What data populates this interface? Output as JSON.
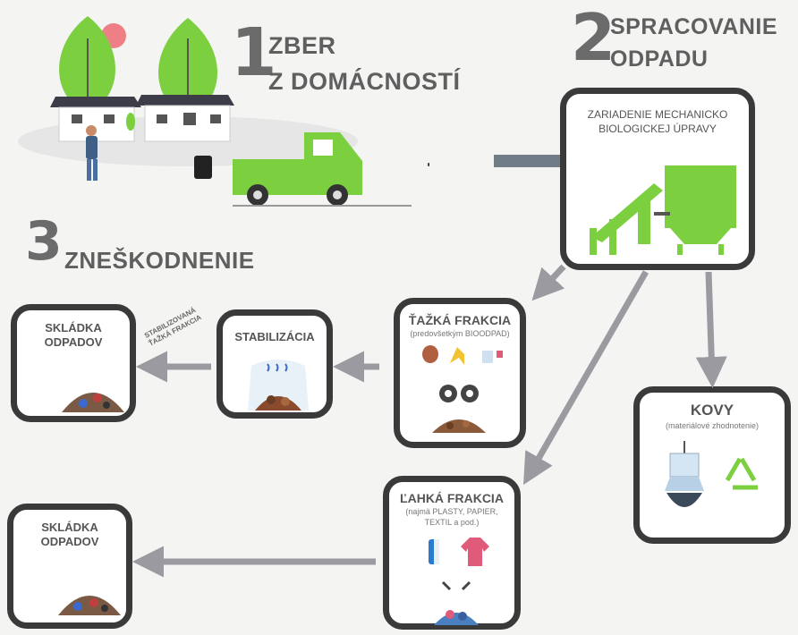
{
  "step1": {
    "number": "1",
    "line1": "ZBER",
    "line2": "Z DOMÁCNOSTÍ"
  },
  "step2": {
    "number": "2",
    "line1": "SPRACOVANIE",
    "line2": "ODPADU"
  },
  "step3": {
    "number": "3",
    "label": "ZNEŠKODNENIE"
  },
  "mbt": {
    "title_line1": "ZARIADENIE MECHANICKO",
    "title_line2": "BIOLOGICKEJ ÚPRAVY"
  },
  "heavy": {
    "title": "ŤAŽKÁ FRAKCIA",
    "subtitle": "(predovšetkým BIOODPAD)"
  },
  "light": {
    "title": "ĽAHKÁ FRAKCIA",
    "subtitle1": "(najmä PLASTY, PAPIER,",
    "subtitle2": "TEXTIL a pod.)"
  },
  "metals": {
    "title": "KOVY",
    "subtitle": "(materiálové zhodnotenie)"
  },
  "stabilization": {
    "title": "STABILIZÁCIA"
  },
  "landfill_top": {
    "line1": "SKLÁDKA",
    "line2": "ODPADOV"
  },
  "landfill_bottom": {
    "line1": "SKLÁDKA",
    "line2": "ODPADOV"
  },
  "arrow_label": {
    "line1": "STABILIZOVANÁ",
    "line2": "ŤAŽKÁ FRAKCIA"
  },
  "colors": {
    "green": "#7ccf3f",
    "dark_frame": "#3a3a3a",
    "arrow": "#9a9aa0",
    "gray_text": "#5f5f5f"
  }
}
